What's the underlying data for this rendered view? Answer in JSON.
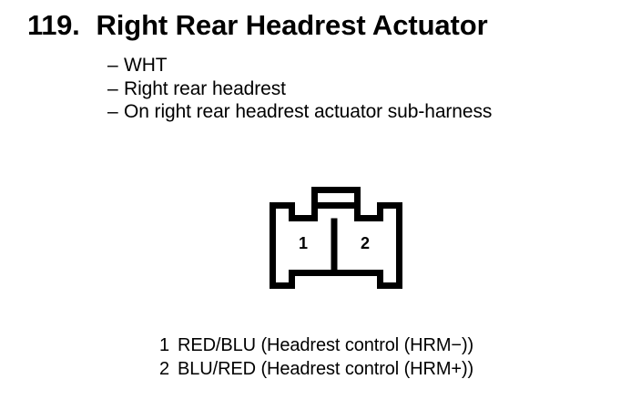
{
  "title": {
    "number": "119.",
    "name": "Right Rear Headrest Actuator"
  },
  "details": [
    {
      "dash": "–",
      "text": "WHT"
    },
    {
      "dash": "–",
      "text": "Right rear headrest"
    },
    {
      "dash": "–",
      "text": "On right rear headrest actuator sub-harness"
    }
  ],
  "connector": {
    "cavities": [
      {
        "number": "1"
      },
      {
        "number": "2"
      }
    ],
    "line_color": "#000000",
    "fill_color": "#ffffff"
  },
  "pin_legend": [
    {
      "pin": "1",
      "description": "RED/BLU (Headrest control (HRM−))"
    },
    {
      "pin": "2",
      "description": "BLU/RED (Headrest control (HRM+))"
    }
  ]
}
